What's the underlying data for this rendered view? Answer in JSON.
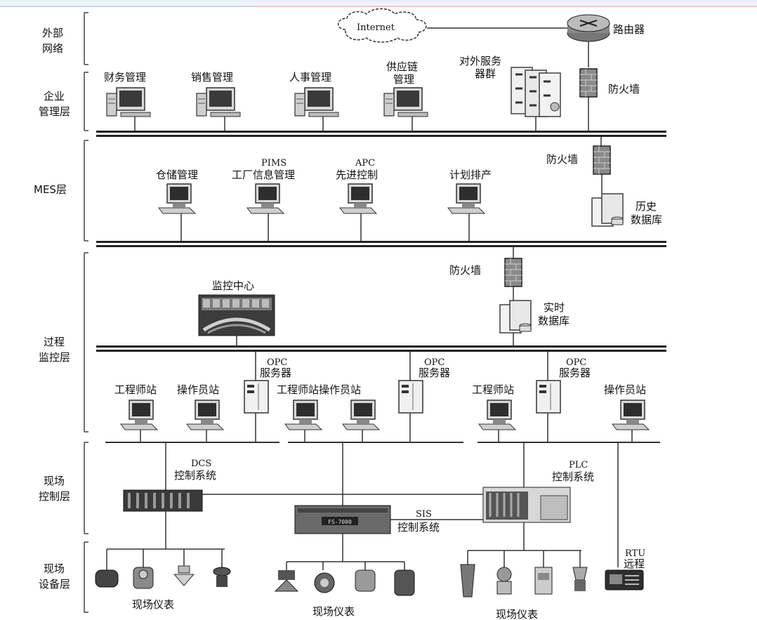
{
  "layers": {
    "external": [
      "外部",
      "网络"
    ],
    "enterprise": [
      "企业",
      "管理层"
    ],
    "mes": [
      "MES层"
    ],
    "process": [
      "过程",
      "监控层"
    ],
    "field_control": [
      "现场",
      "控制层"
    ],
    "field_device": [
      "现场",
      "设备层"
    ]
  },
  "external": {
    "internet": "Internet",
    "router": "路由器"
  },
  "enterprise": {
    "pcs": [
      "财务管理",
      "销售管理",
      "人事管理",
      "供应链",
      "管理"
    ],
    "server_farm": [
      "对外服务",
      "器群"
    ],
    "firewall": "防火墙"
  },
  "mes": {
    "storage": "仓储管理",
    "pims": [
      "PIMS",
      "工厂信息管理"
    ],
    "apc": [
      "APC",
      "先进控制"
    ],
    "planning": "计划排产",
    "firewall": "防火墙",
    "history_db": [
      "历史",
      "数据库"
    ]
  },
  "process": {
    "monitor_center": "监控中心",
    "firewall": "防火墙",
    "realtime_db": [
      "实时",
      "数据库"
    ],
    "opc1": [
      "OPC",
      "服务器"
    ],
    "opc2": [
      "OPC",
      "服务器"
    ],
    "opc3": [
      "OPC",
      "服务器"
    ],
    "group1": [
      "工程师站",
      "操作员站"
    ],
    "group2": [
      "工程师站操作员站"
    ],
    "group3": [
      "工程师站",
      "操作员站"
    ]
  },
  "field_control": {
    "dcs": [
      "DCS",
      "控制系统"
    ],
    "plc": [
      "PLC",
      "控制系统"
    ],
    "sis": [
      "SIS",
      "控制系统"
    ],
    "sis_panel": "FS-7000"
  },
  "field_device": {
    "instr1": "现场仪表",
    "instr2": "现场仪表",
    "instr3": "现场仪表",
    "rtu": [
      "RTU",
      "远程"
    ]
  }
}
